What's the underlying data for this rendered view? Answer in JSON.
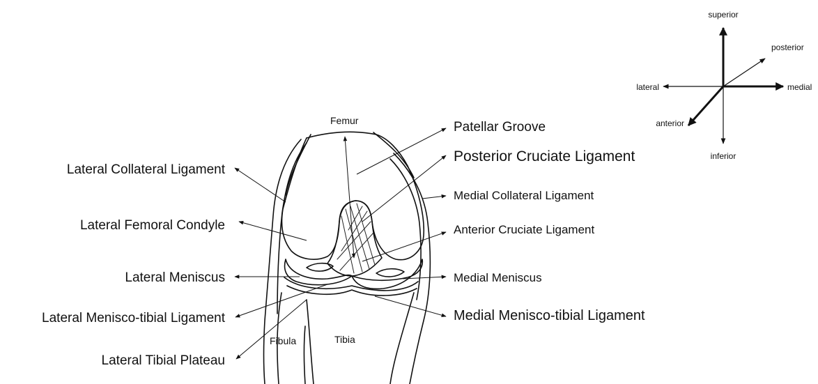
{
  "bones": {
    "femur": "Femur",
    "fibula": "Fibula",
    "tibia": "Tibia"
  },
  "labels_left": {
    "lateral_collateral_ligament": "Lateral Collateral Ligament",
    "lateral_femoral_condyle": "Lateral Femoral Condyle",
    "lateral_meniscus": "Lateral Meniscus",
    "lateral_menisco_tibial_ligament": "Lateral Menisco-tibial Ligament",
    "lateral_tibial_plateau": "Lateral Tibial Plateau"
  },
  "labels_right": {
    "patellar_groove": "Patellar Groove",
    "posterior_cruciate_ligament": "Posterior Cruciate Ligament",
    "medial_collateral_ligament": "Medial Collateral Ligament",
    "anterior_cruciate_ligament": "Anterior Cruciate Ligament",
    "medial_meniscus": "Medial Meniscus",
    "medial_menisco_tibial_ligament": "Medial Menisco-tibial Ligament"
  },
  "orientation": {
    "superior": "superior",
    "posterior": "posterior",
    "lateral": "lateral",
    "medial": "medial",
    "anterior": "anterior",
    "inferior": "inferior"
  }
}
